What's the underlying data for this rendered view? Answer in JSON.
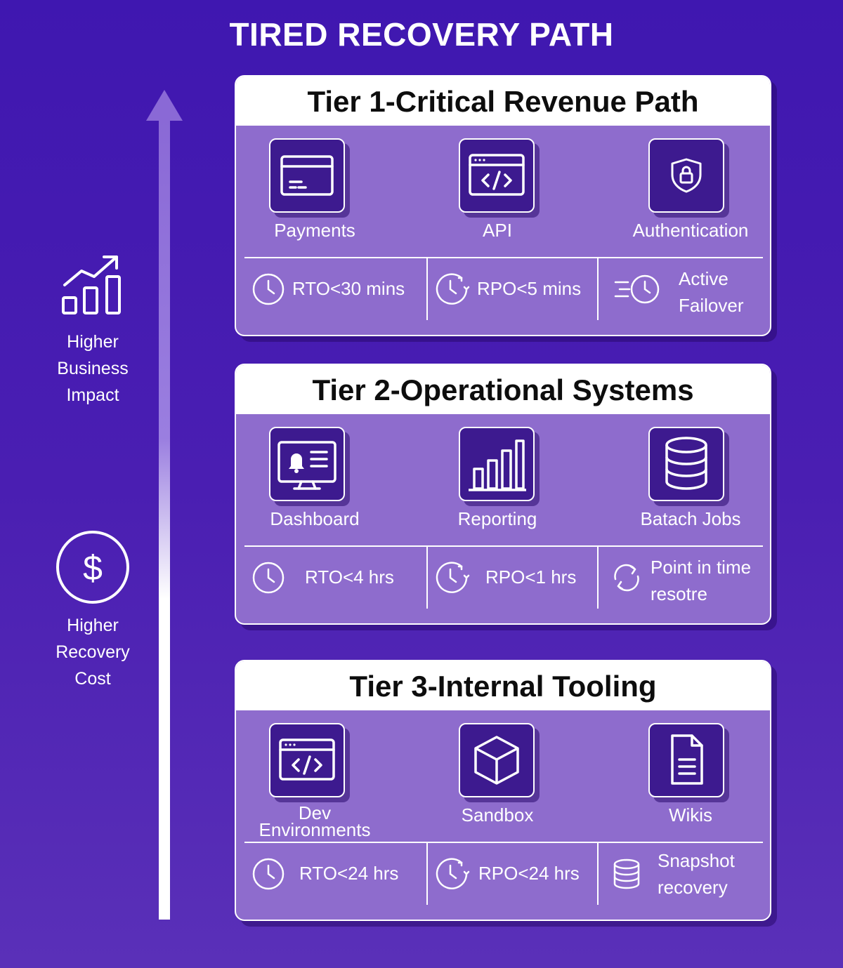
{
  "title": "TIRED RECOVERY PATH",
  "side": {
    "impact_label_1": "Higher",
    "impact_label_2": "Business",
    "impact_label_3": "Impact",
    "cost_label_1": "Higher",
    "cost_label_2": "Recovery",
    "cost_label_3": "Cost"
  },
  "tiers": [
    {
      "title": "Tier 1-Critical Revenue Path",
      "items": [
        "Payments",
        "API",
        "Authentication"
      ],
      "icons": [
        "credit-card-icon",
        "code-window-icon",
        "shield-lock-icon"
      ],
      "rto": "RTO<30 mins",
      "rpo": "RPO<5 mins",
      "strategy_1": "Active",
      "strategy_2": "Failover"
    },
    {
      "title": "Tier 2-Operational Systems",
      "items": [
        "Dashboard",
        "Reporting",
        "Batach Jobs"
      ],
      "icons": [
        "monitor-bell-icon",
        "bar-chart-icon",
        "database-icon"
      ],
      "rto": "RTO<4 hrs",
      "rpo": "RPO<1 hrs",
      "strategy_1": "Point in time",
      "strategy_2": "resotre"
    },
    {
      "title": "Tier 3-Internal Tooling",
      "items": [
        "Dev",
        "Environments",
        "Sandbox",
        "Wikis"
      ],
      "icons": [
        "code-window-icon",
        "cube-icon",
        "document-icon"
      ],
      "rto": "RTO<24 hrs",
      "rpo": "RPO<24 hrs",
      "strategy_1": "Snapshot",
      "strategy_2": "recovery"
    }
  ],
  "colors": {
    "background": "#4a1eb2",
    "card": "#8e6ccd",
    "icon_tile": "#3d1a8f",
    "header": "#ffffff"
  }
}
